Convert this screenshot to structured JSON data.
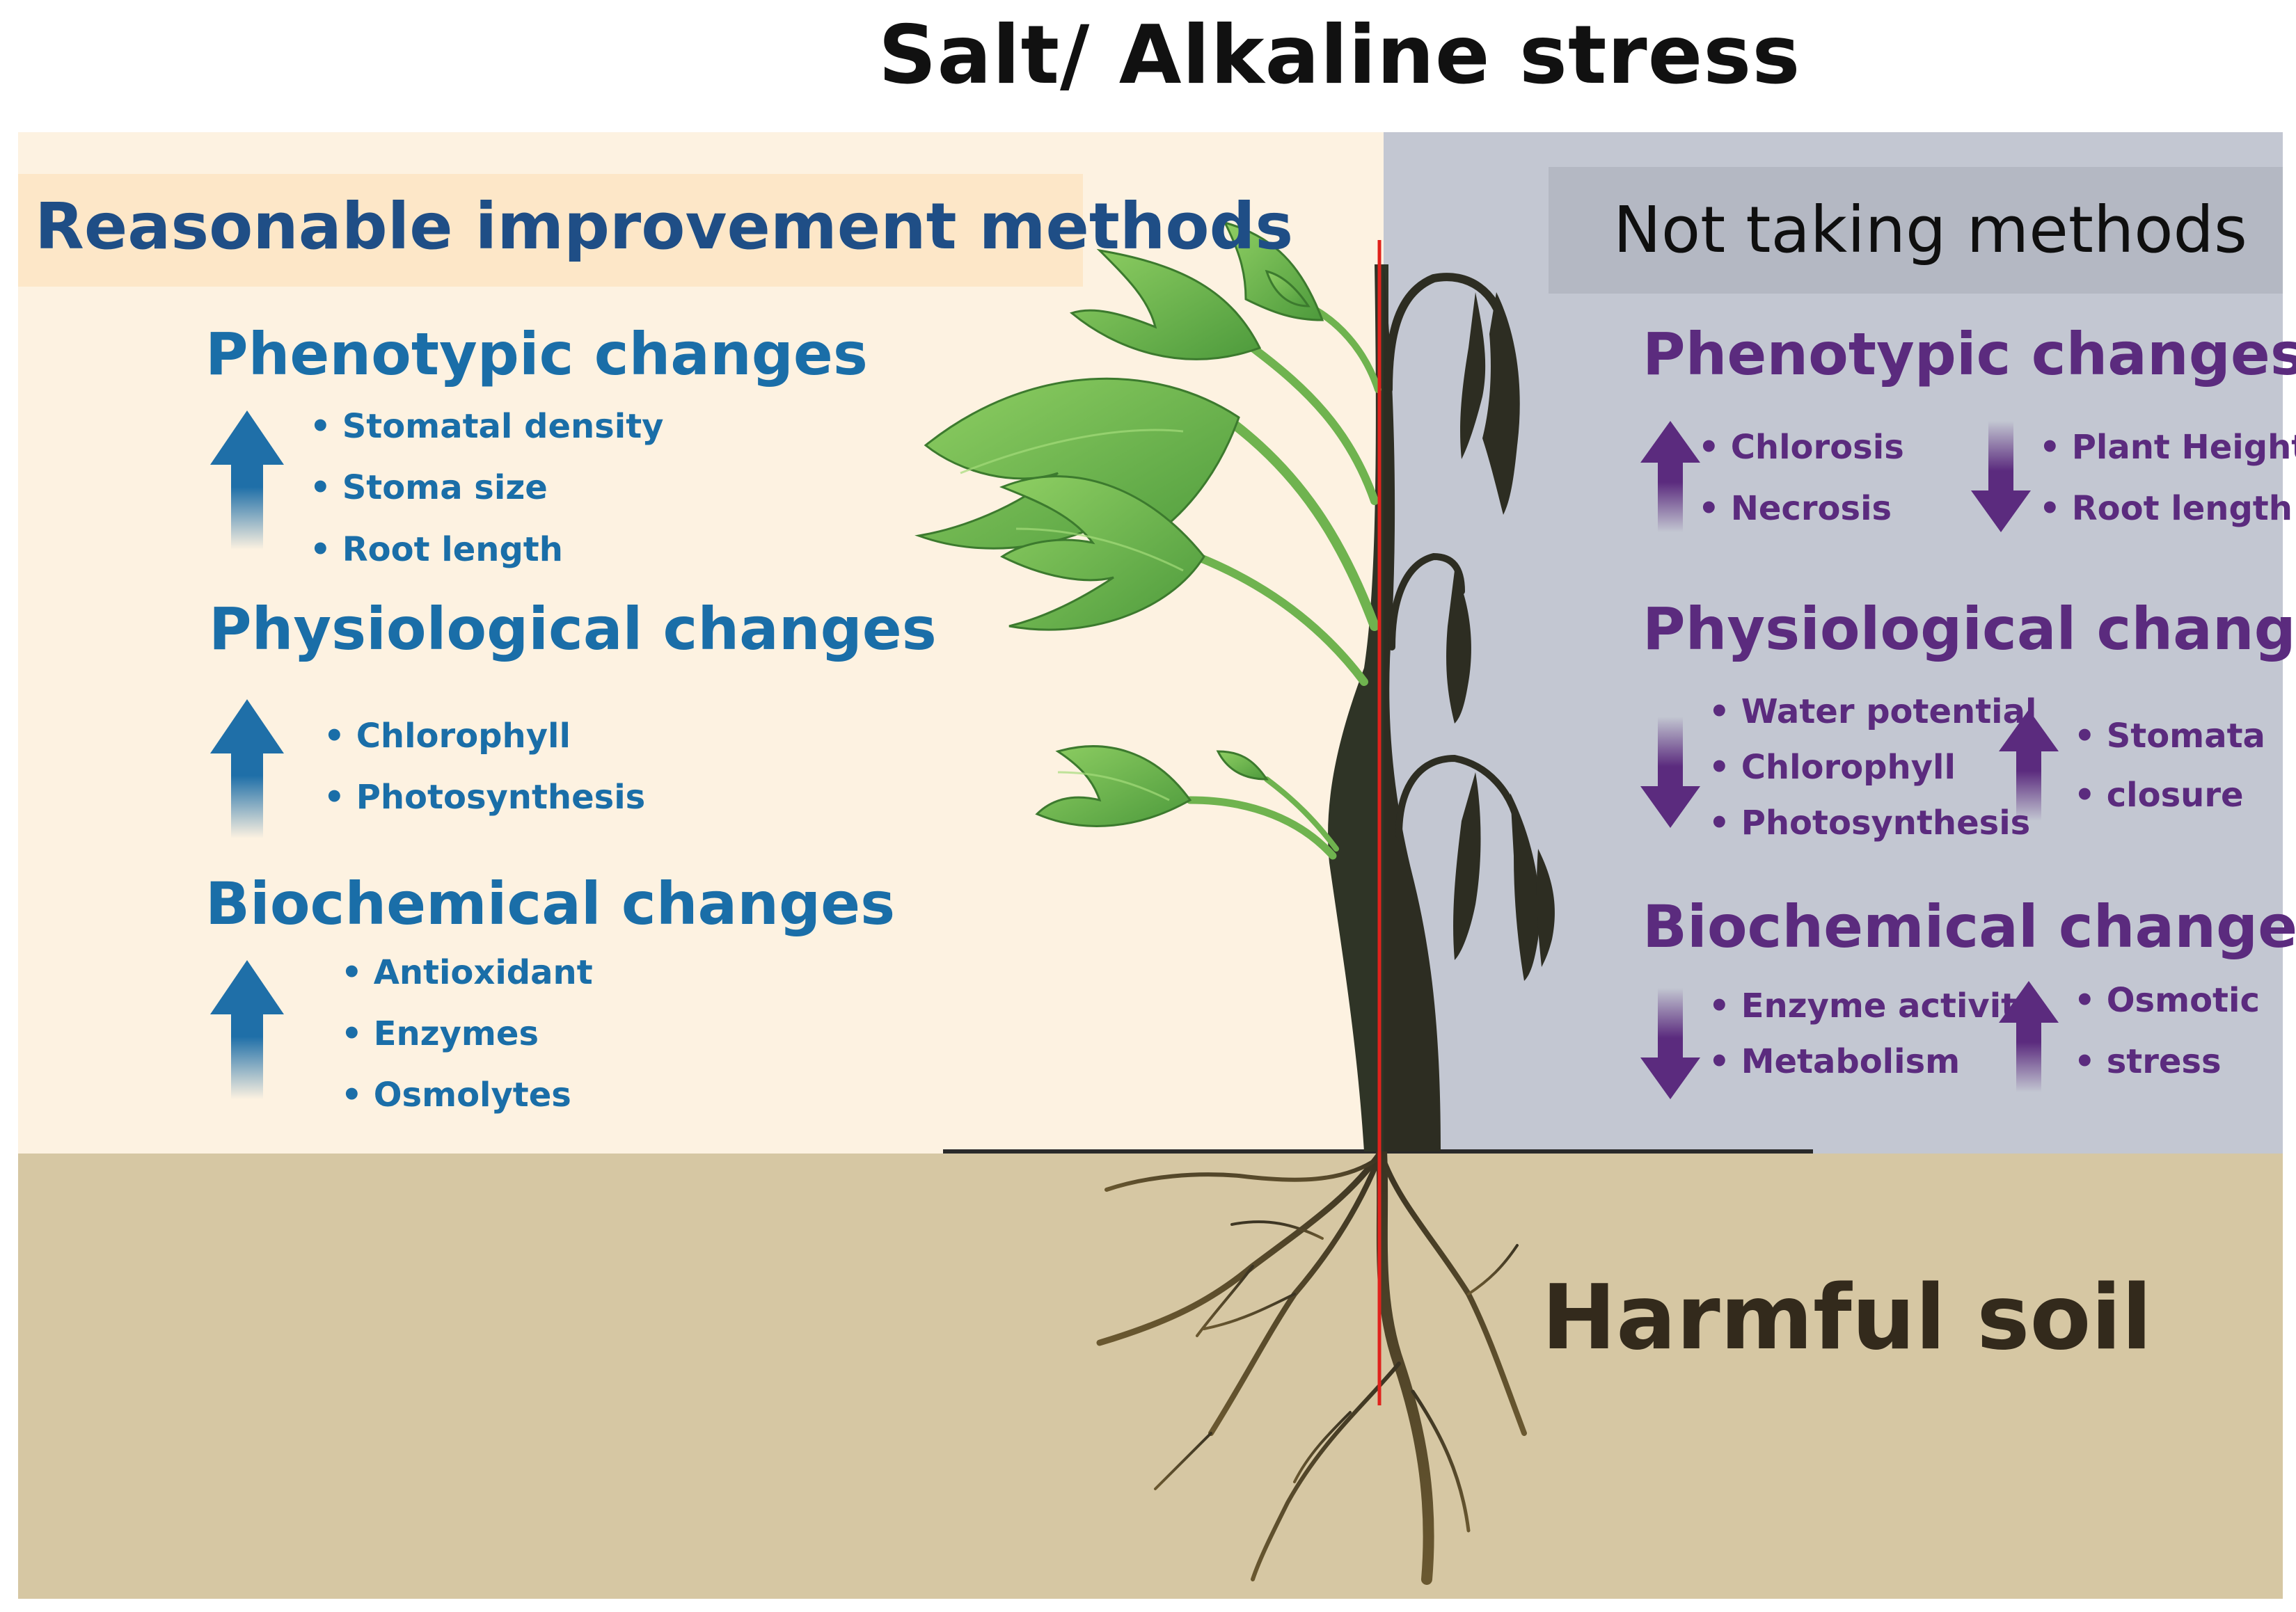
{
  "title": "Salt/ Alkaline stress",
  "left_panel": {
    "banner": "Reasonable improvement methods",
    "sections": [
      {
        "heading": "Phenotypic changes",
        "direction": "up",
        "items": [
          "Stomatal density",
          "Stoma size",
          "Root length"
        ]
      },
      {
        "heading": "Physiological changes",
        "direction": "up",
        "items": [
          "Chlorophyll",
          "Photosynthesis"
        ]
      },
      {
        "heading": "Biochemical changes",
        "direction": "up",
        "items": [
          "Antioxidant",
          "Enzymes",
          "Osmolytes"
        ]
      }
    ]
  },
  "right_panel": {
    "banner": "Not taking methods",
    "sections": [
      {
        "heading": "Phenotypic changes",
        "groups": [
          {
            "direction": "up",
            "items": [
              "Chlorosis",
              "Necrosis"
            ]
          },
          {
            "direction": "down",
            "items": [
              "Plant Height",
              "Root length"
            ]
          }
        ]
      },
      {
        "heading": "Physiological changes",
        "groups": [
          {
            "direction": "down",
            "items": [
              "Water potential",
              "Chlorophyll",
              "Photosynthesis"
            ]
          },
          {
            "direction": "up",
            "items": [
              "Stomata",
              "closure"
            ]
          }
        ]
      },
      {
        "heading": "Biochemical changes",
        "groups": [
          {
            "direction": "down",
            "items": [
              "Enzyme activity",
              "Metabolism"
            ]
          },
          {
            "direction": "up",
            "items": [
              "Osmotic",
              "stress"
            ]
          }
        ]
      }
    ]
  },
  "soil_label": "Harmful soil",
  "colors": {
    "left_bg": "#fdf2e1",
    "left_banner": "#fde7c8",
    "right_bg": "#c3c7d2",
    "right_banner": "#b4b8c3",
    "soil": "#d6c7a3",
    "blue_text": "#1a6ea8",
    "purple_text": "#5b2b7e",
    "divider": "#e0221c",
    "healthy_leaf": "#6fb34f",
    "wilted_leaf": "#2d2d22"
  },
  "icons": [
    "up-arrow-icon",
    "down-arrow-icon",
    "plant-illustration",
    "roots-illustration"
  ]
}
